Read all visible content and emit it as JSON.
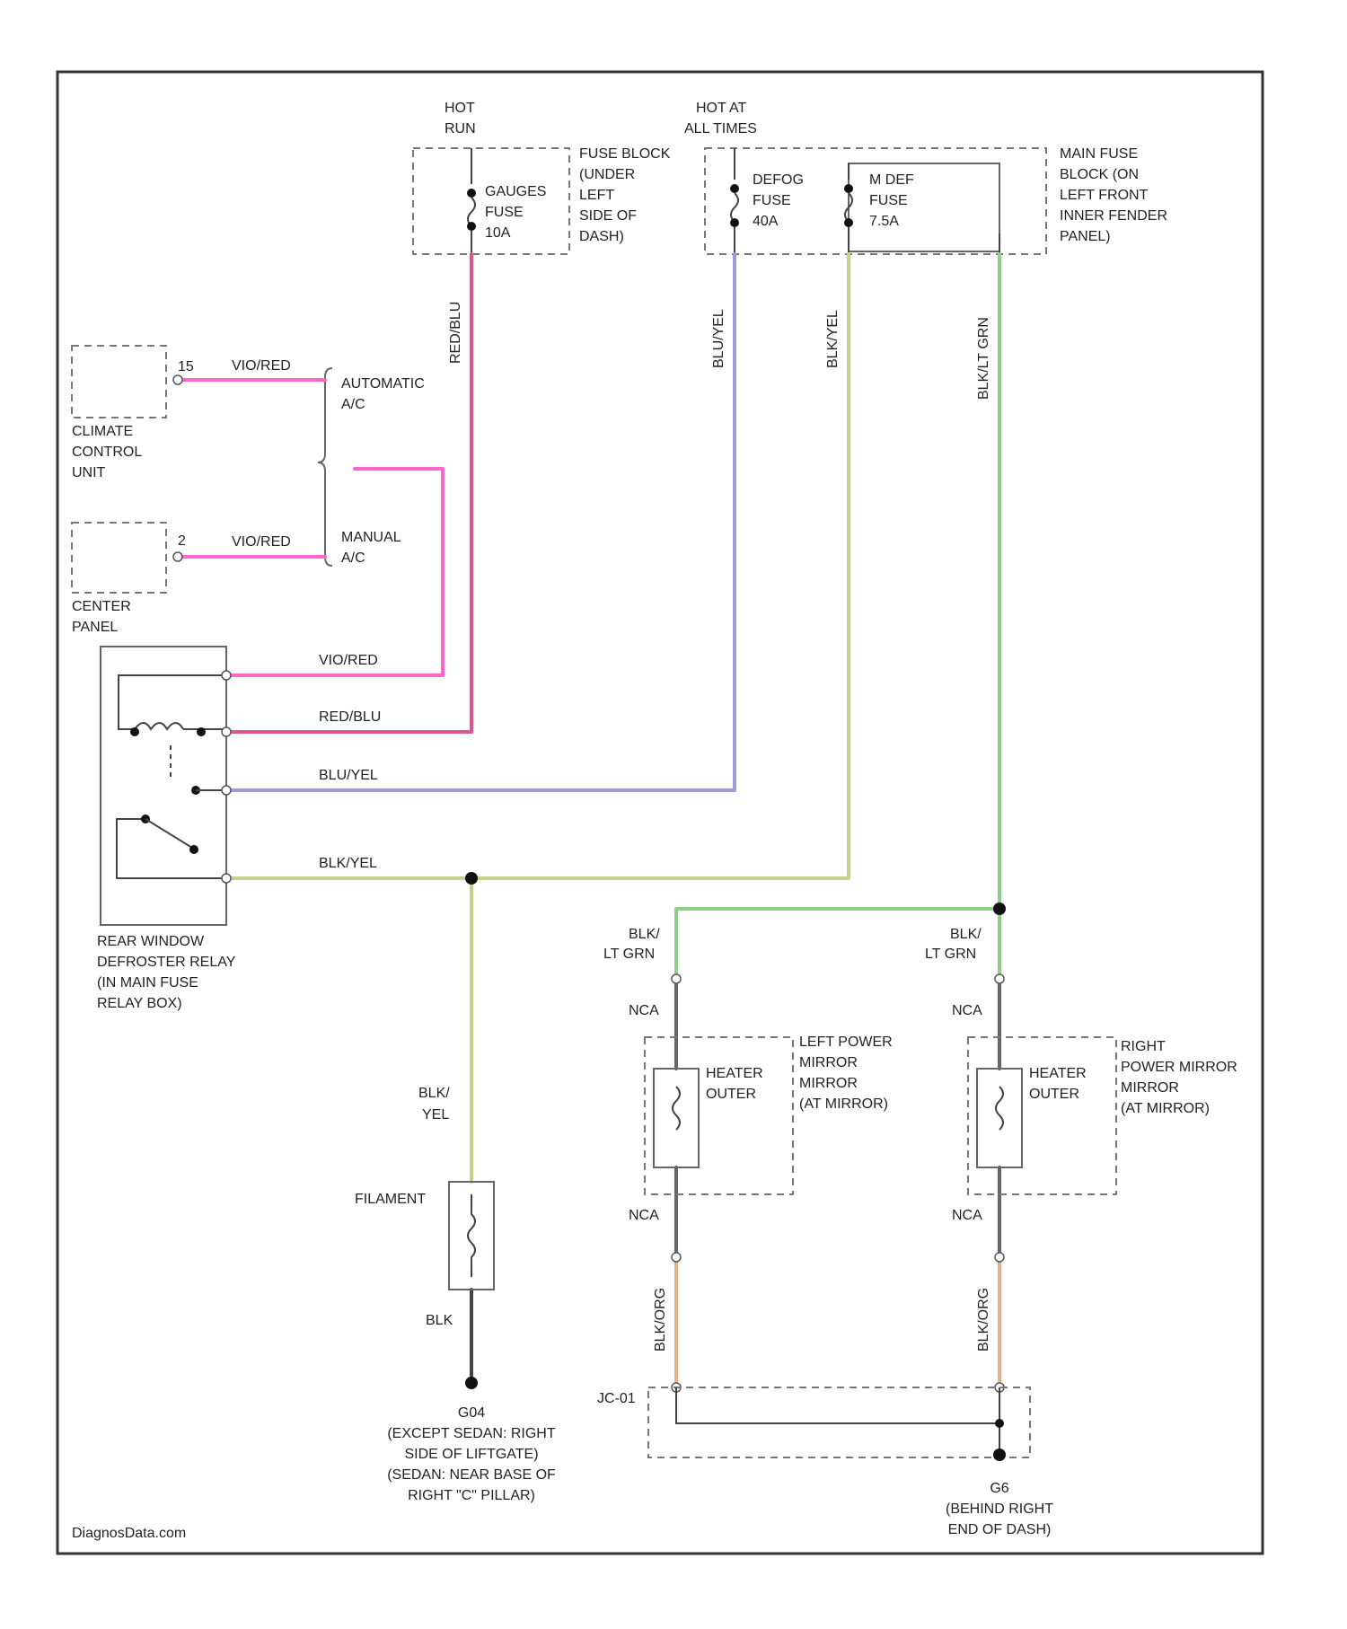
{
  "colors": {
    "vio_red": "#ff66cc",
    "red_blu": "#e0558f",
    "blu_yel": "#9b9bd6",
    "blk_yel": "#c8d08e",
    "blk_lt_grn": "#8fcf8a",
    "blk_org": "#e2b48a",
    "nca": "#666666",
    "blk": "#444444"
  },
  "power": {
    "hot_run": [
      "HOT",
      "RUN"
    ],
    "hot_all_times": [
      "HOT AT",
      "ALL TIMES"
    ]
  },
  "fuses": {
    "gauges": [
      "GAUGES",
      "FUSE",
      "10A"
    ],
    "defog": [
      "DEFOG",
      "FUSE",
      "40A"
    ],
    "m_def": [
      "M DEF",
      "FUSE",
      "7.5A"
    ]
  },
  "fuse_blocks": {
    "under_dash": [
      "FUSE BLOCK",
      "(UNDER",
      "LEFT",
      "SIDE OF",
      "DASH)"
    ],
    "main": [
      "MAIN FUSE",
      "BLOCK (ON",
      "LEFT FRONT",
      "INNER FENDER",
      "PANEL)"
    ]
  },
  "wires": {
    "red_blu": "RED/BLU",
    "blu_yel": "BLU/YEL",
    "blk_yel": "BLK/YEL",
    "blk_lt_grn": "BLK/LT GRN",
    "vio_red": "VIO/RED",
    "blk_lt_grn_2": [
      "BLK/",
      "LT GRN"
    ],
    "blk_yel_2": [
      "BLK/",
      "YEL"
    ],
    "blk_org": "BLK/ORG",
    "nca": "NCA",
    "blk": "BLK"
  },
  "components": {
    "climate_control": [
      "CLIMATE",
      "CONTROL",
      "UNIT"
    ],
    "center_panel": [
      "CENTER",
      "PANEL"
    ],
    "automatic_ac": [
      "AUTOMATIC",
      "A/C"
    ],
    "manual_ac": [
      "MANUAL",
      "A/C"
    ],
    "relay": [
      "REAR WINDOW",
      "DEFROSTER RELAY",
      "(IN MAIN FUSE",
      "RELAY BOX)"
    ],
    "filament": "FILAMENT",
    "heater_outer": [
      "HEATER",
      "OUTER"
    ],
    "left_mirror": [
      "LEFT POWER",
      "MIRROR",
      "MIRROR",
      "(AT MIRROR)"
    ],
    "right_mirror": [
      "RIGHT",
      "POWER MIRROR",
      "MIRROR",
      "(AT MIRROR)"
    ],
    "j_c": "JC-01",
    "g_left": [
      "G04",
      "(EXCEPT SEDAN: RIGHT",
      "SIDE OF LIFTGATE)",
      "(SEDAN: NEAR BASE OF",
      "RIGHT \"C\" PILLAR)"
    ],
    "g_right": [
      "G6",
      "(BEHIND RIGHT",
      "END OF DASH)"
    ]
  },
  "pins": {
    "climate": "15",
    "center": "2"
  },
  "watermark": "DiagnosData.com"
}
